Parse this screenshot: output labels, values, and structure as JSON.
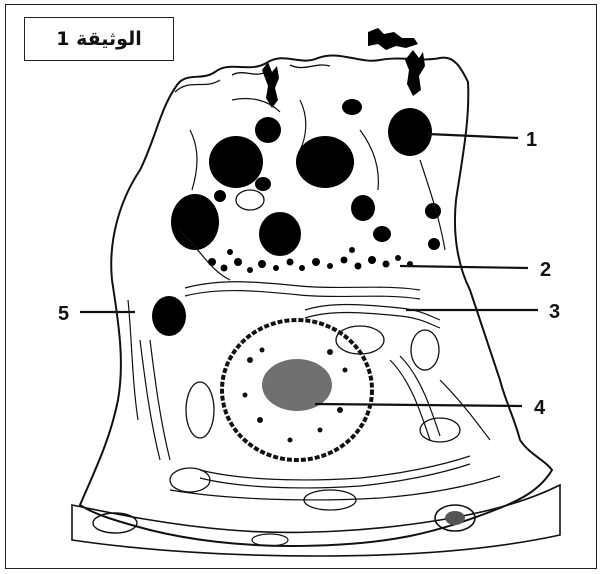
{
  "document_label": "الوثيقة 1",
  "labels": [
    {
      "id": "1",
      "text": "1"
    },
    {
      "id": "2",
      "text": "2"
    },
    {
      "id": "3",
      "text": "3"
    },
    {
      "id": "4",
      "text": "4"
    },
    {
      "id": "5",
      "text": "5"
    }
  ],
  "colors": {
    "ink": "#111111",
    "background": "#ffffff"
  }
}
